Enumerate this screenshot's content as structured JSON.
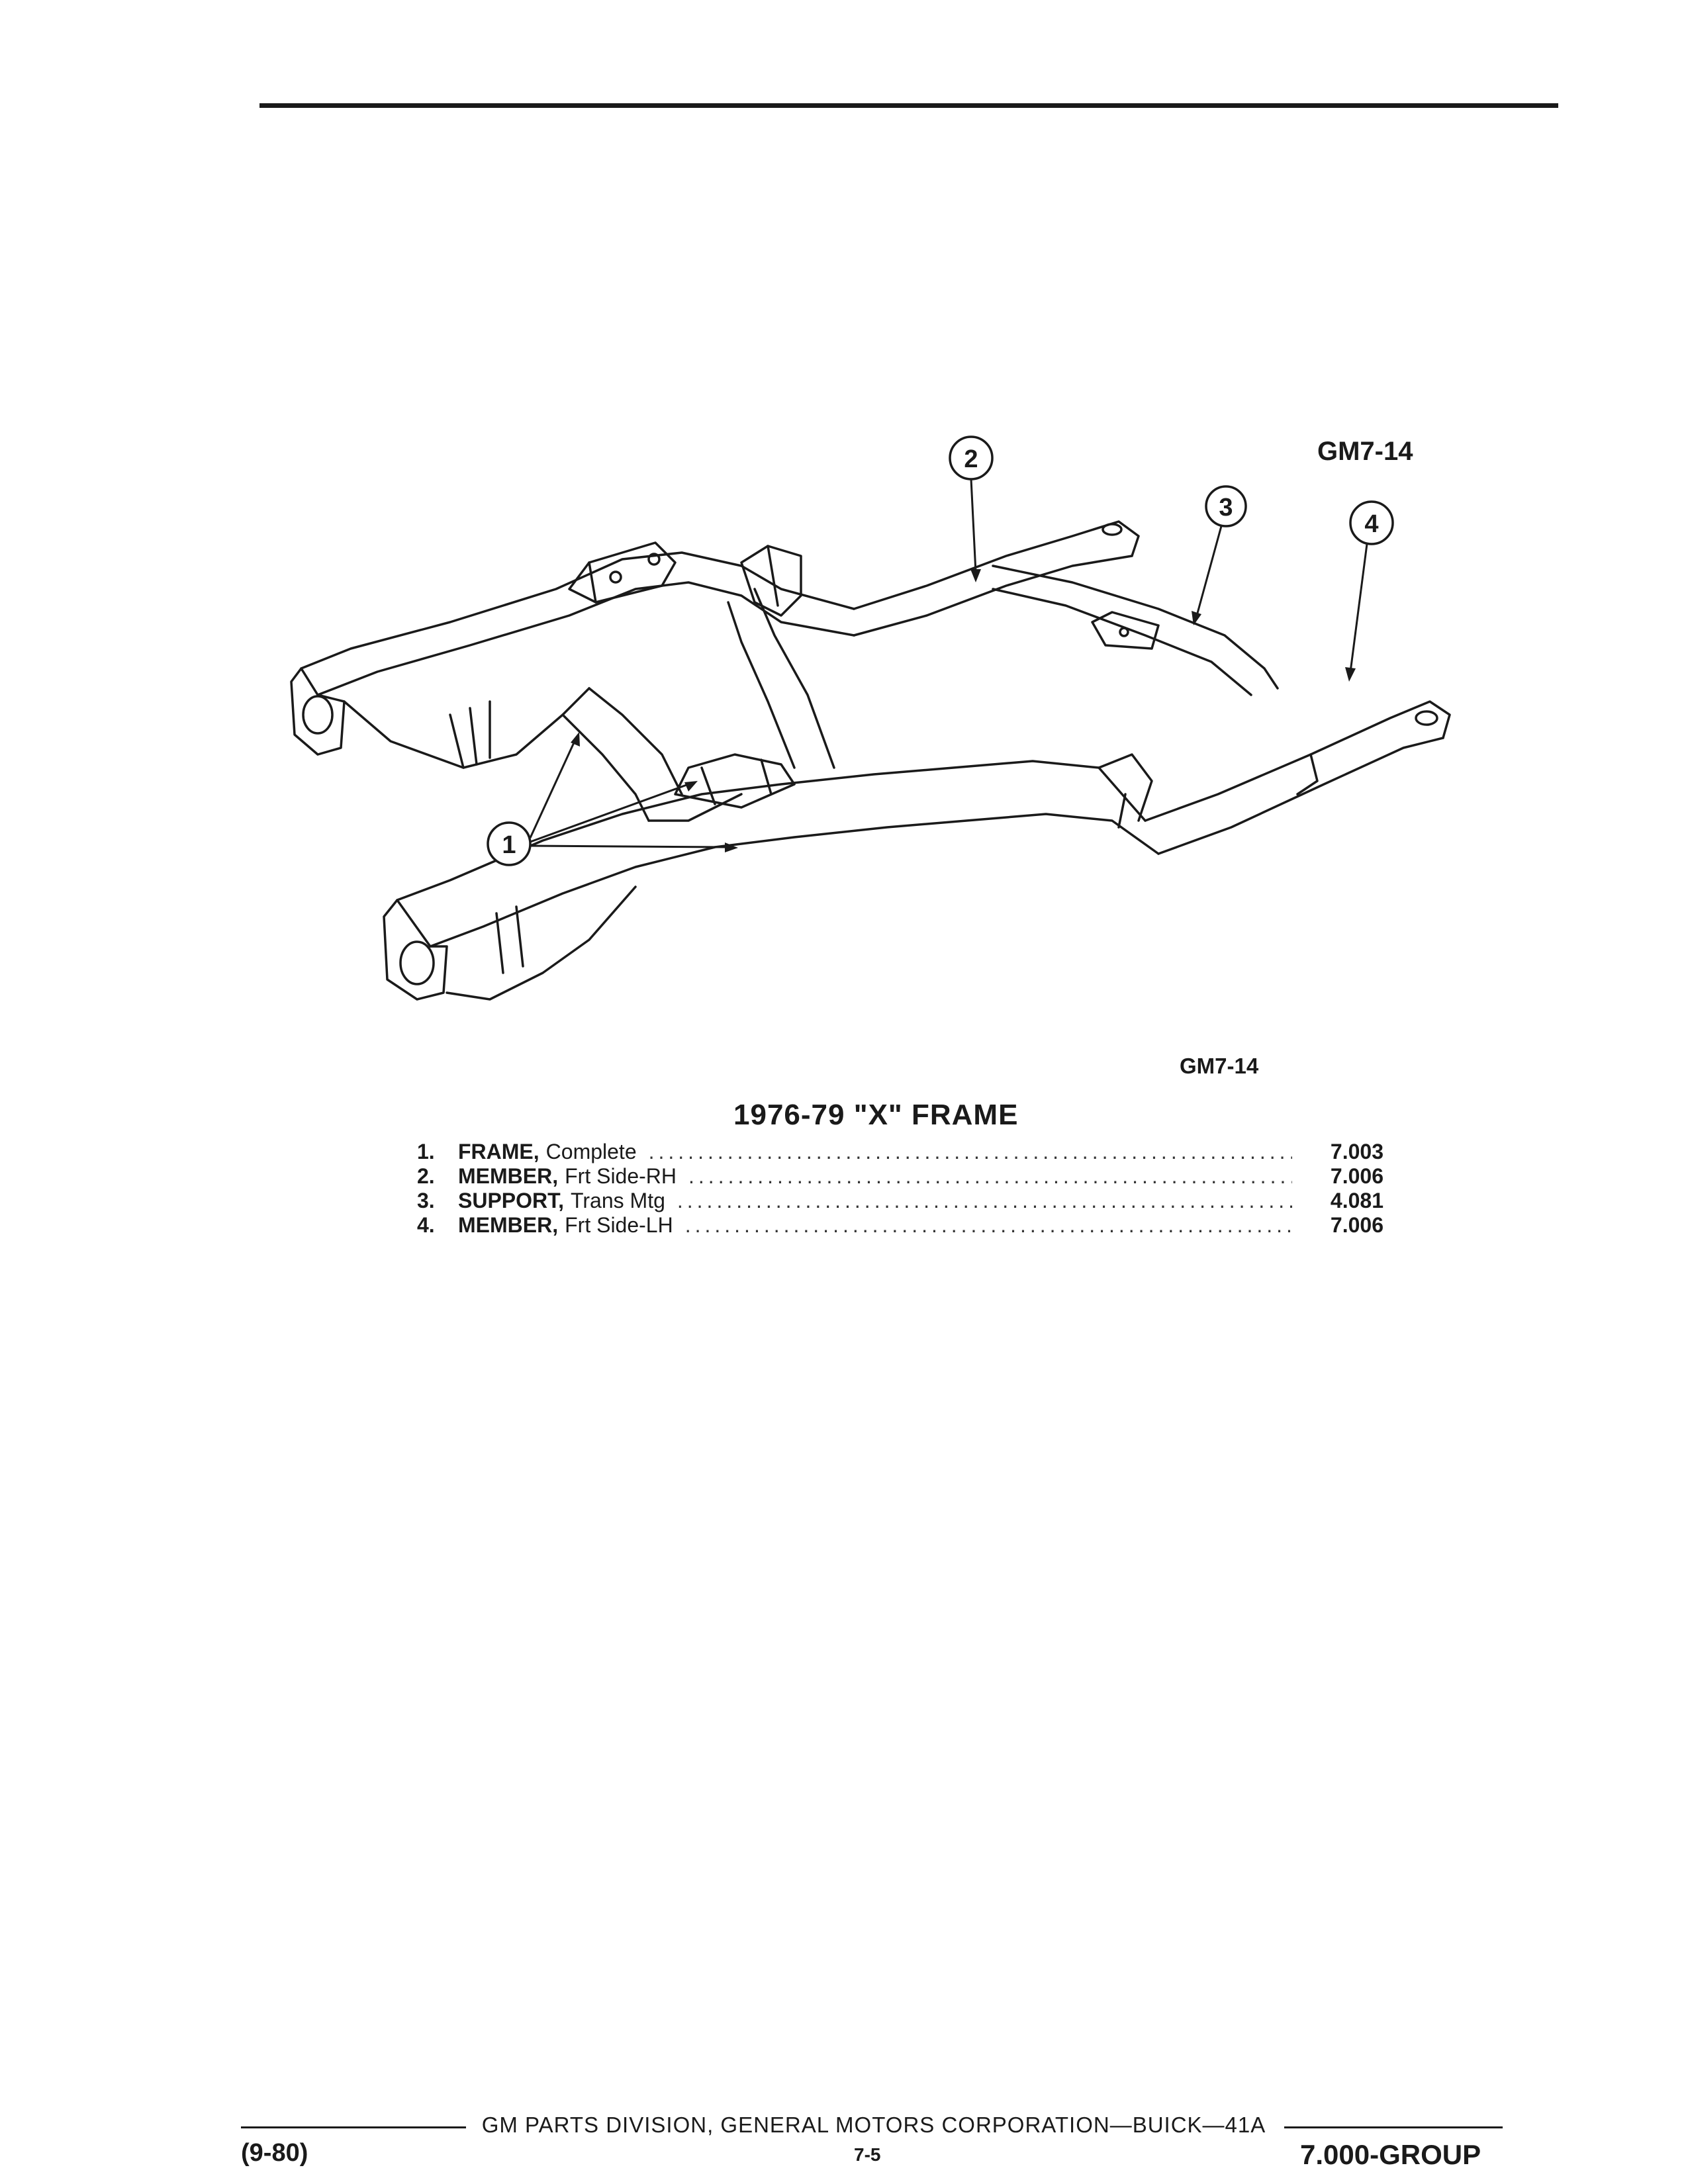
{
  "figure": {
    "code_top": "GM7-14",
    "code_bottom": "GM7-14",
    "callouts": [
      "1",
      "2",
      "3",
      "4"
    ]
  },
  "title": "1976-79 \"X\" FRAME",
  "parts": [
    {
      "num": "1.",
      "name": "FRAME,",
      "desc": "Complete",
      "ref": "7.003"
    },
    {
      "num": "2.",
      "name": "MEMBER,",
      "desc": "Frt Side-RH",
      "ref": "7.006"
    },
    {
      "num": "3.",
      "name": "SUPPORT,",
      "desc": "Trans Mtg",
      "ref": "4.081"
    },
    {
      "num": "4.",
      "name": "MEMBER,",
      "desc": "Frt Side-LH",
      "ref": "7.006"
    }
  ],
  "footer": {
    "center": "GM PARTS DIVISION, GENERAL MOTORS CORPORATION—BUICK—41A",
    "page": "7-5",
    "date_code": "(9-80)",
    "group": "7.000-GROUP"
  }
}
